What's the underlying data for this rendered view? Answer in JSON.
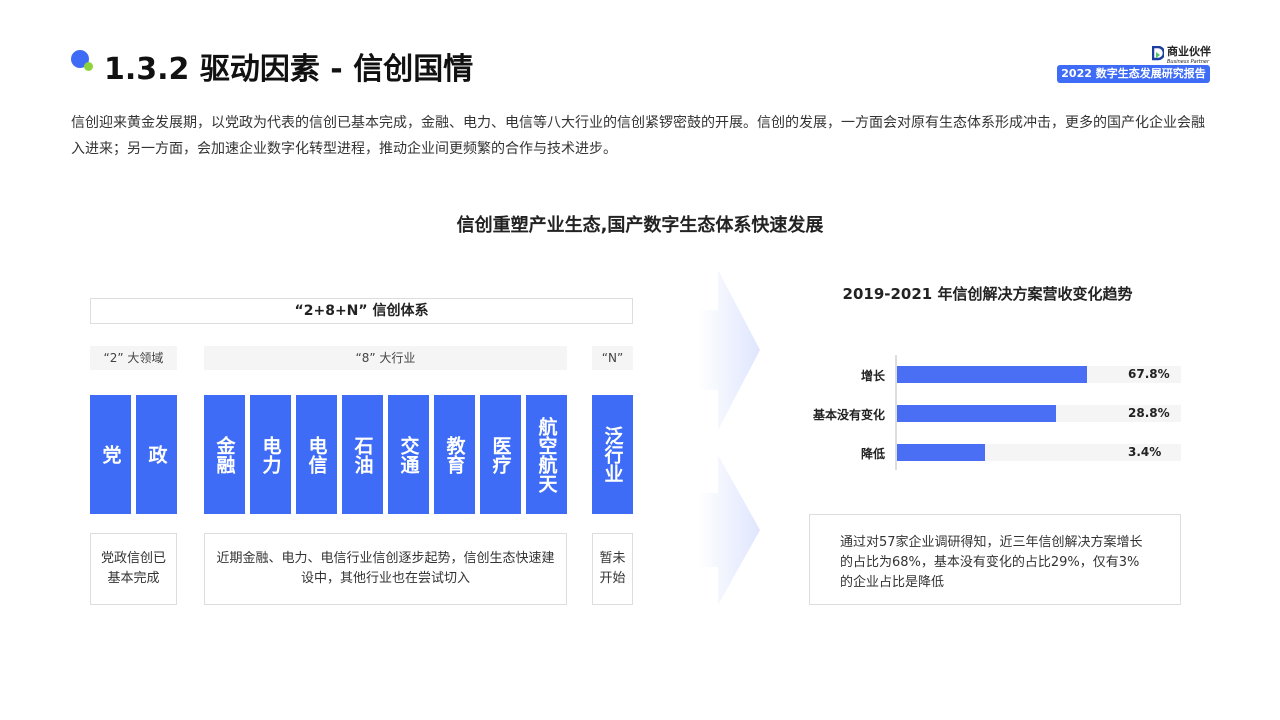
{
  "header": {
    "title": "1.3.2 驱动因素 - 信创国情",
    "logo_text": "商业伙伴",
    "logo_sub": "Business Partner",
    "badge": "2022 数字生态发展研究报告",
    "accent": "#3e6cf6"
  },
  "intro": "信创迎来黄金发展期，以党政为代表的信创已基本完成，金融、电力、电信等八大行业的信创紧锣密鼓的开展。信创的发展，一方面会对原有生态体系形成冲击，更多的国产化企业会融入进来；另一方面，会加速企业数字化转型进程，推动企业间更频繁的合作与技术进步。",
  "subtitle": "信创重塑产业生态,国产数字生态体系快速发展",
  "system": {
    "title": "“2+8+N” 信创体系",
    "groups": [
      "“2” 大领域",
      "“8” 大行业",
      "“N”"
    ],
    "cols2": [
      "党",
      "政"
    ],
    "cols8": [
      "金融",
      "电力",
      "电信",
      "石油",
      "交通",
      "教育",
      "医疗",
      "航空航天"
    ],
    "colsN": [
      "泛行业"
    ],
    "notes": [
      "党政信创已基本完成",
      "近期金融、电力、电信行业信创逐步起势，信创生态快速建设中，其他行业也在尝试切入",
      "暂未开始"
    ]
  },
  "chart_data": {
    "type": "bar",
    "orientation": "horizontal",
    "title": "2019-2021 年信创解决方案营收变化趋势",
    "categories": [
      "增长",
      "基本没有变化",
      "降低"
    ],
    "values": [
      67.8,
      28.8,
      3.4
    ],
    "value_labels": [
      "67.8%",
      "28.8%",
      "3.4%"
    ],
    "bar_fill": [
      0.67,
      0.56,
      0.31
    ],
    "bar_color": "#4a6ff5"
  },
  "chart_note": "通过对57家企业调研得知，近三年信创解决方案增长的占比为68%，基本没有变化的占比29%，仅有3%的企业占比是降低"
}
